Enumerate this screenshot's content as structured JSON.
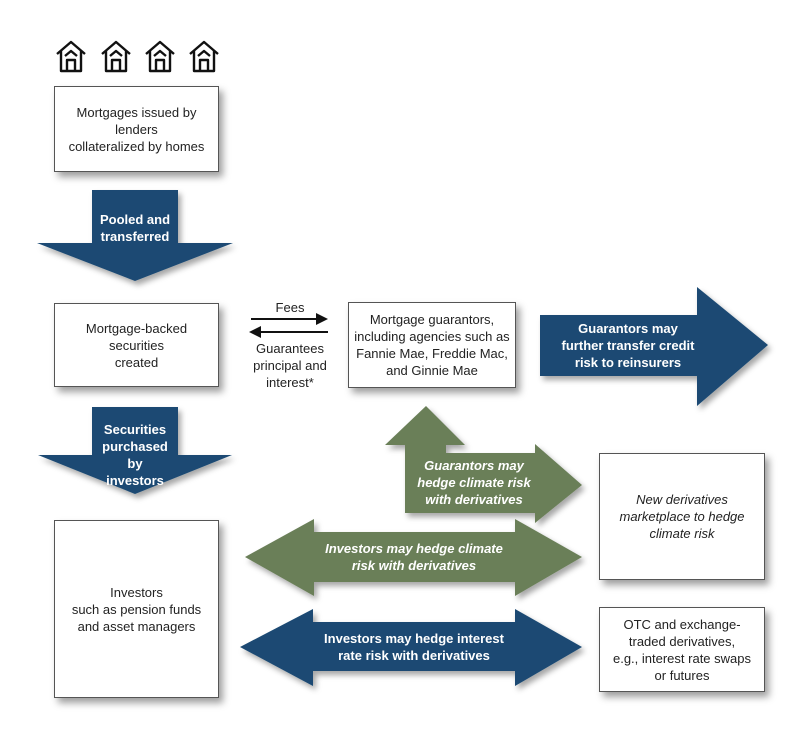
{
  "colors": {
    "navy": "#1a4a73",
    "olive": "#6b7f59",
    "box_border": "#555555",
    "text": "#222222"
  },
  "icons": [
    "house-icon",
    "house-icon",
    "house-icon",
    "house-icon"
  ],
  "boxes": {
    "mortgages": "Mortgages issued by lenders\ncollateralized by homes",
    "mbs": "Mortgage-backed securities\ncreated",
    "guarantors": "Mortgage guarantors,\nincluding agencies such as\nFannie Mae, Freddie Mac,\nand Ginnie Mae",
    "investors": "Investors\nsuch as pension funds\nand asset managers",
    "new_marketplace": "New derivatives\nmarketplace to hedge\nclimate risk",
    "otc": "OTC and exchange-\ntraded derivatives,\ne.g., interest rate swaps\nor futures"
  },
  "arrows": {
    "pooled": "Pooled and\ntransferred",
    "purchased": "Securities\npurchased\nby\ninvestors",
    "reinsurers": "Guarantors may\nfurther transfer credit\nrisk to reinsurers",
    "guarantors_hedge": "Guarantors may\nhedge climate risk\nwith derivatives",
    "investors_climate": "Investors may hedge climate\nrisk with derivatives",
    "investors_rate": "Investors may hedge interest\nrate risk with derivatives"
  },
  "flows": {
    "fees": "Fees",
    "guarantees": "Guarantees\nprincipal and\ninterest*"
  }
}
